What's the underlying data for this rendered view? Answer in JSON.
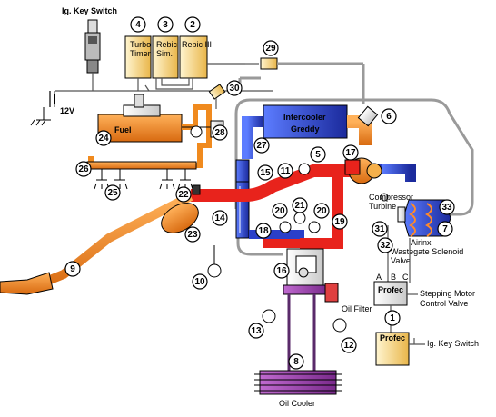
{
  "title_key_switch": "Ig. Key Switch",
  "battery_label": "12V",
  "components": {
    "turbo_timer": "Turbo\nTimer",
    "rebic_sim": "Rebic\nSim.",
    "rebic_iii": "Rebic III",
    "intercooler": "Intercooler\nGreddy",
    "fuel": "Fuel",
    "compressor": "Compressor",
    "turbine": "Turbine",
    "airinx": "Airinx",
    "wastegate": "Wastegate Solenoid\nValve",
    "profec_upper": "Profec",
    "profec_lower": "Profec",
    "stepping_motor": "Stepping Motor\nControl Valve",
    "key_switch_right": "Ig. Key Switch",
    "oil_filter": "Oil Filter",
    "oil_cooler": "Oil Cooler",
    "port_a": "A",
    "port_b": "B",
    "port_c": "C"
  },
  "callouts": [
    "1",
    "2",
    "3",
    "4",
    "5",
    "6",
    "7",
    "8",
    "9",
    "10",
    "11",
    "12",
    "13",
    "14",
    "15",
    "16",
    "17",
    "18",
    "19",
    "20",
    "20",
    "21",
    "22",
    "23",
    "24",
    "25",
    "26",
    "27",
    "28",
    "29",
    "30",
    "31",
    "32",
    "33"
  ],
  "colors": {
    "intake_blue": "#2a3fc9",
    "exhaust_red": "#e8231c",
    "orange": "#f08a1e",
    "yellow_box": "#f3d27a",
    "oil_purple": "#5a2a6a",
    "gray_line": "#9a9a9a"
  }
}
